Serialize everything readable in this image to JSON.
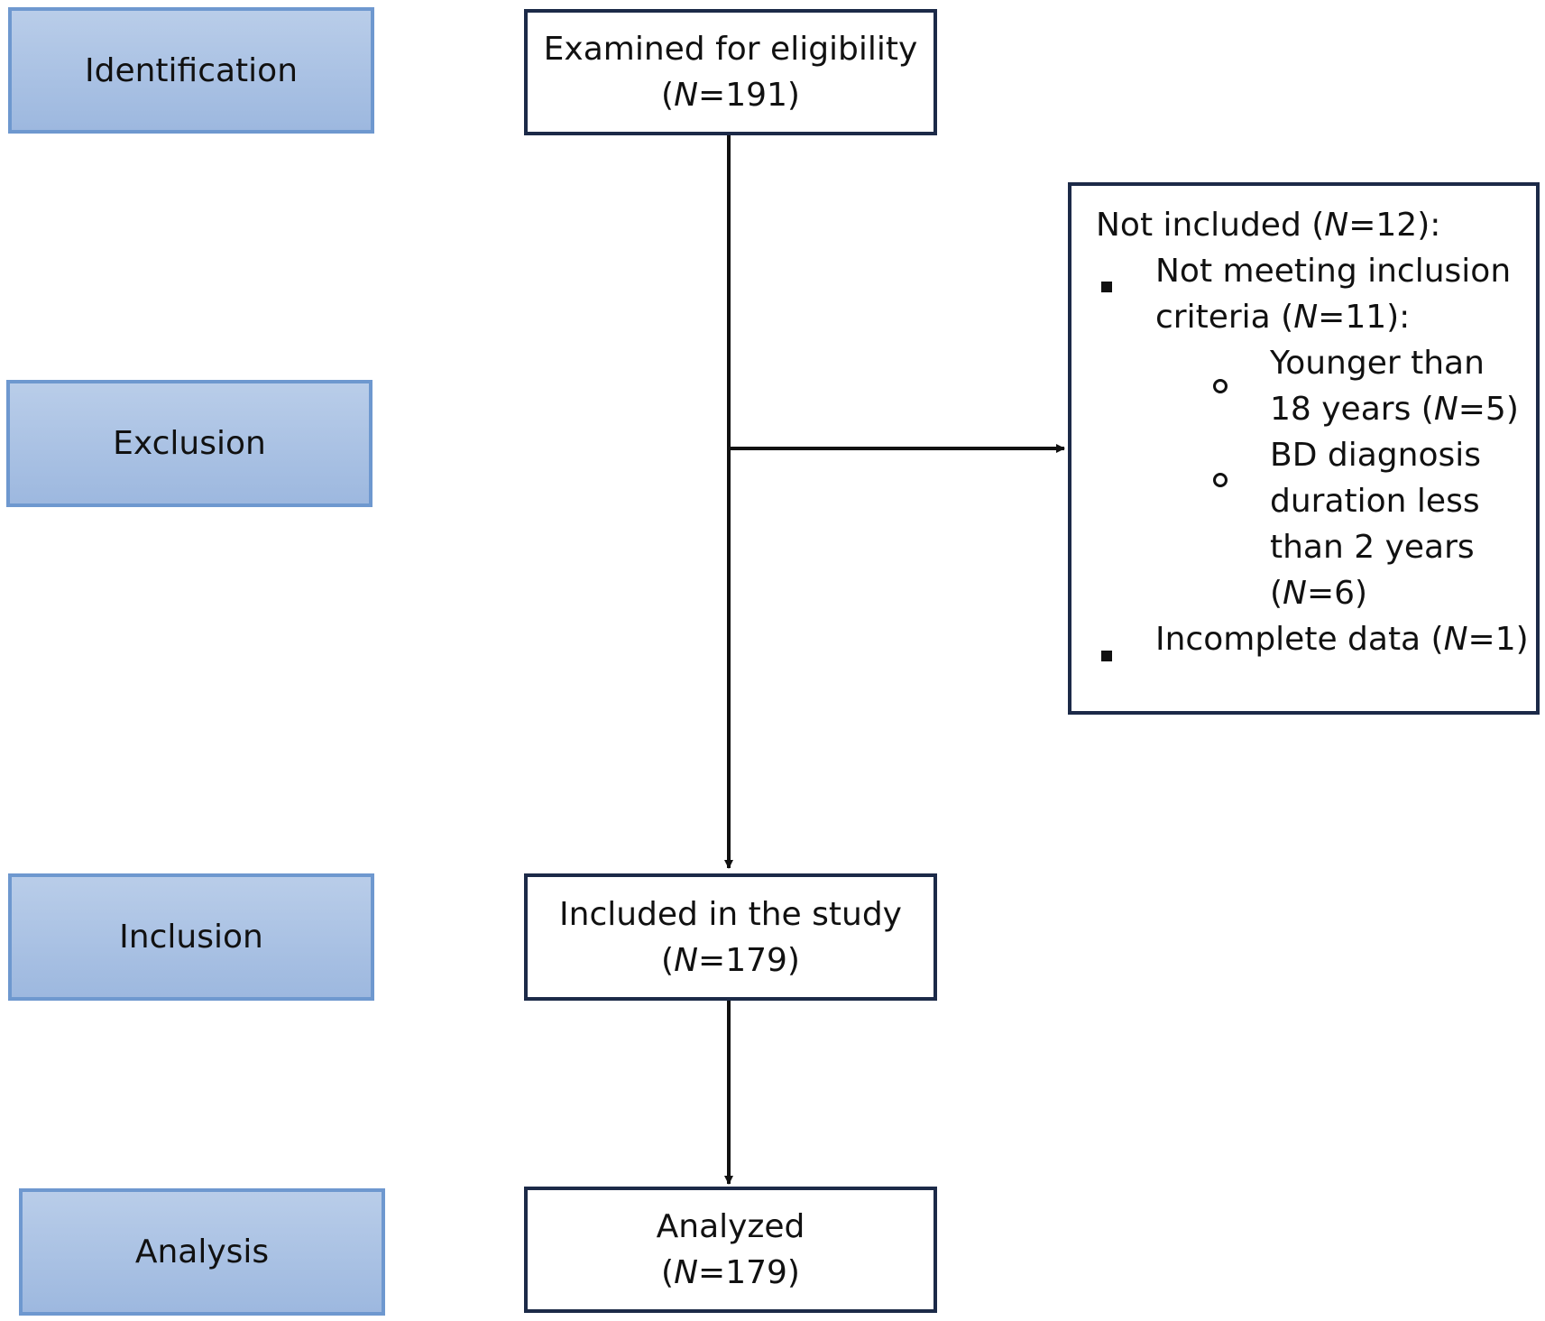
{
  "stages": {
    "identification": "Identification",
    "exclusion": "Exclusion",
    "inclusion": "Inclusion",
    "analysis": "Analysis"
  },
  "flow": {
    "examined": {
      "label": "Examined for eligibility",
      "n_prefix": "(",
      "n_symbol": "N",
      "n_value": "=191)"
    },
    "included": {
      "label": "Included in the study",
      "n_prefix": "(",
      "n_symbol": "N",
      "n_value": "=179)"
    },
    "analyzed": {
      "label": "Analyzed",
      "n_prefix": "(",
      "n_symbol": "N",
      "n_value": "=179)"
    }
  },
  "exclusion_box": {
    "heading_text": "Not included (",
    "heading_n": "N",
    "heading_tail": "=12):",
    "item1_line1": "Not meeting inclusion",
    "item1_line2_text": "criteria (",
    "item1_line2_n": "N",
    "item1_line2_tail": "=11):",
    "sub1_line1": "Younger than",
    "sub1_line2_text": "18 years (",
    "sub1_line2_n": "N",
    "sub1_line2_tail": "=5)",
    "sub2_line1": "BD diagnosis",
    "sub2_line2": "duration less",
    "sub2_line3": "than 2 years",
    "sub2_line4_text": "(",
    "sub2_line4_n": "N",
    "sub2_line4_tail": "=6)",
    "item2_text": "Incomplete data (",
    "item2_n": "N",
    "item2_tail": "=1)"
  }
}
